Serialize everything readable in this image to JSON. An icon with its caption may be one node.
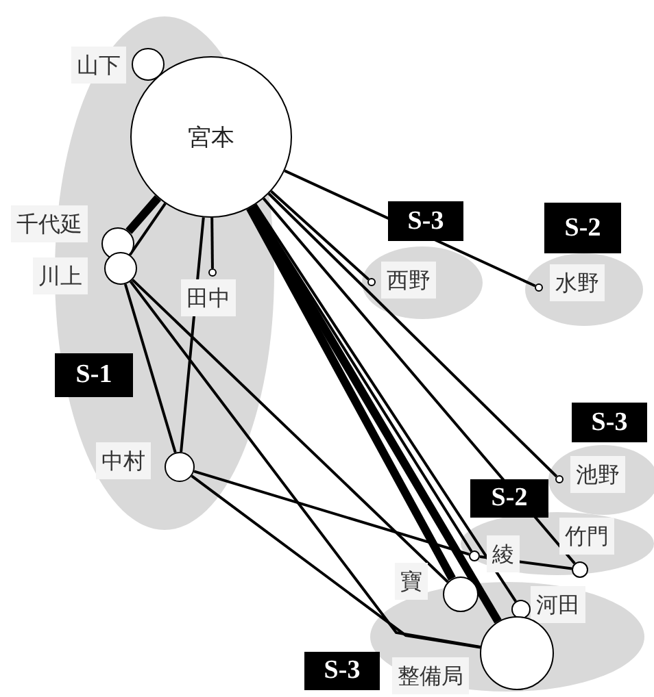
{
  "diagram": {
    "nodes": [
      {
        "text": [
          "S-1"
        ]
      },
      {
        "text": [],
        "shape": "circle",
        "beside": [
          "山下"
        ],
        "in": 0
      },
      {
        "text": [
          "宮本"
        ],
        "in": 0
      },
      {
        "text": [],
        "shape": "circle",
        "beside": [
          "千代延"
        ],
        "in": 0
      },
      {
        "text": [],
        "shape": "circle",
        "beside": [
          "川上"
        ],
        "in": 0
      },
      {
        "text": [],
        "shape": "circle",
        "beside": [
          "田中"
        ],
        "in": 0
      },
      {
        "text": [],
        "shape": "circle",
        "beside": [
          "中村"
        ],
        "in": 0
      },
      {
        "text": [
          "S-3"
        ]
      },
      {
        "text": [],
        "shape": "circle",
        "beside": [
          "西野"
        ],
        "in": 7
      },
      {
        "text": [
          "S-2"
        ]
      },
      {
        "text": [],
        "shape": "circle",
        "beside": [
          "水野"
        ],
        "in": 9
      },
      {
        "text": [
          "S-3"
        ]
      },
      {
        "text": [],
        "shape": "circle",
        "beside": [
          "池野"
        ],
        "in": 11
      },
      {
        "text": [
          "S-2"
        ]
      },
      {
        "text": [],
        "shape": "circle",
        "beside": [
          "綾"
        ],
        "in": 13
      },
      {
        "text": [],
        "shape": "circle",
        "beside": [
          "竹門"
        ],
        "in": 13
      },
      {
        "text": [
          "S-3"
        ]
      },
      {
        "text": [],
        "shape": "circle",
        "beside": [
          "寶"
        ],
        "in": 16
      },
      {
        "text": [],
        "shape": "circle",
        "beside": [
          "河田"
        ],
        "in": 16
      },
      {
        "text": [],
        "shape": "circle",
        "beside": [
          "整備局"
        ],
        "in": 16
      }
    ],
    "edges": [
      {
        "from": 2,
        "to": 3,
        "arrow": "none",
        "style": "thick"
      },
      {
        "from": 2,
        "to": 4,
        "arrow": "none"
      },
      {
        "from": 2,
        "to": 5,
        "arrow": "none"
      },
      {
        "from": 2,
        "to": 6,
        "arrow": "none"
      },
      {
        "from": 2,
        "to": 8,
        "arrow": "none"
      },
      {
        "from": 2,
        "to": 10,
        "arrow": "none"
      },
      {
        "from": 2,
        "to": 12,
        "arrow": "none"
      },
      {
        "from": 2,
        "to": 15,
        "arrow": "none"
      },
      {
        "from": 2,
        "to": 14,
        "arrow": "none"
      },
      {
        "from": 2,
        "to": 17,
        "arrow": "none",
        "style": "thick"
      },
      {
        "from": 2,
        "to": 18,
        "arrow": "none"
      },
      {
        "from": 2,
        "to": 19,
        "arrow": "none",
        "style": "thick"
      },
      {
        "from": 4,
        "to": 6,
        "arrow": "none"
      },
      {
        "from": 4,
        "to": 17,
        "arrow": "none"
      },
      {
        "from": 4,
        "to": 19,
        "arrow": "none"
      },
      {
        "from": 6,
        "to": 14,
        "arrow": "none"
      },
      {
        "from": 6,
        "to": 19,
        "arrow": "none"
      },
      {
        "from": 14,
        "to": 15,
        "arrow": "none"
      }
    ]
  }
}
